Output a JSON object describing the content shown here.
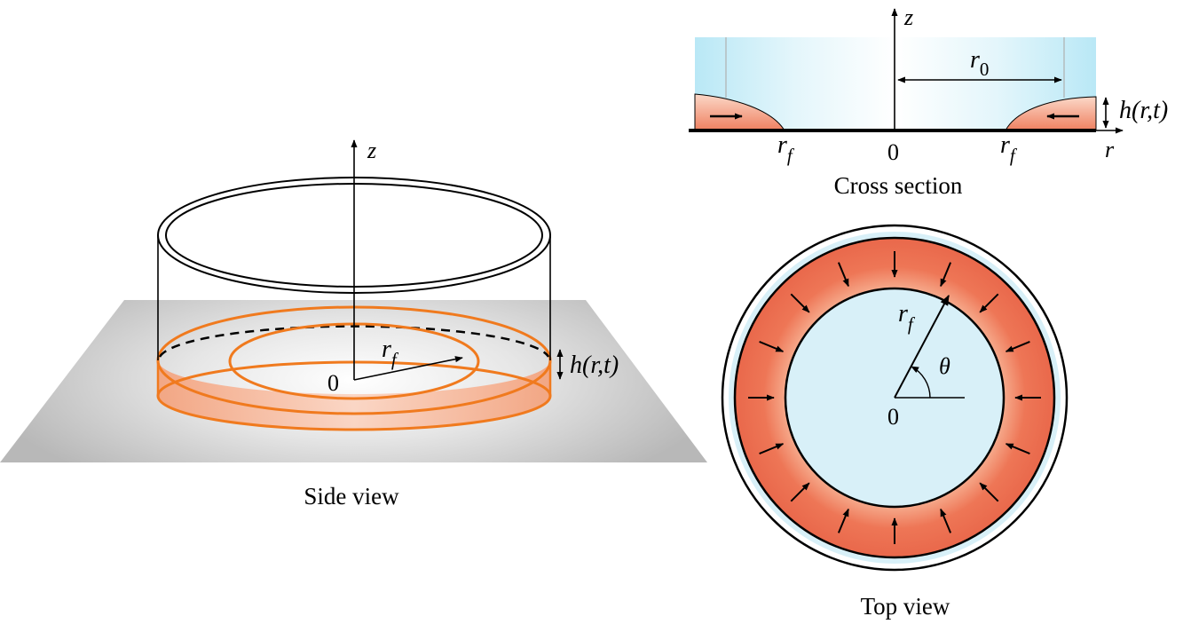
{
  "side_view": {
    "caption": "Side view",
    "axis_label": "z",
    "origin_label": "0",
    "radius_symbol": "r",
    "radius_subscript": "f",
    "thickness_label": "h(r,t)"
  },
  "cross_section": {
    "caption": "Cross section",
    "axis_z_label": "z",
    "axis_r_label": "r",
    "origin_label": "0",
    "r0_symbol": "r",
    "r0_subscript": "0",
    "rf_left_symbol": "r",
    "rf_left_subscript": "f",
    "rf_right_symbol": "r",
    "rf_right_subscript": "f",
    "thickness_label": "h(r,t)"
  },
  "top_view": {
    "caption": "Top view",
    "origin_label": "0",
    "radius_symbol": "r",
    "radius_subscript": "f",
    "angle_label": "θ",
    "inward_arrow_count": 16
  },
  "colors": {
    "film_orange": "#f07a1e",
    "film_red": "#e8694f",
    "liquid_blue": "#d8f0f8",
    "plane_gray": "#c4c4c4"
  }
}
